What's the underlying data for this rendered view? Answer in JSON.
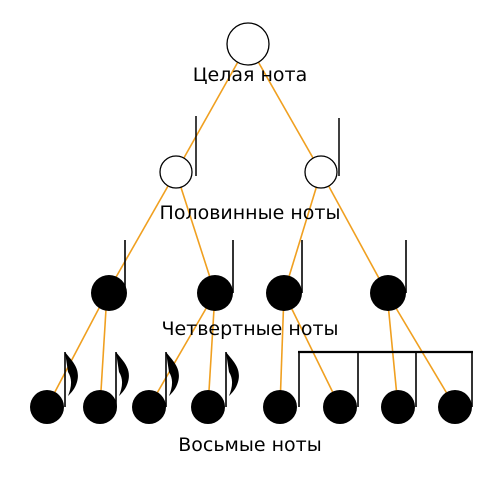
{
  "labels": {
    "whole": "Целая нота",
    "half": "Половинные ноты",
    "quarter": "Четвертные ноты",
    "eighth": "Восьмые ноты"
  },
  "colors": {
    "branch": "#f0a020",
    "note": "#000000"
  }
}
